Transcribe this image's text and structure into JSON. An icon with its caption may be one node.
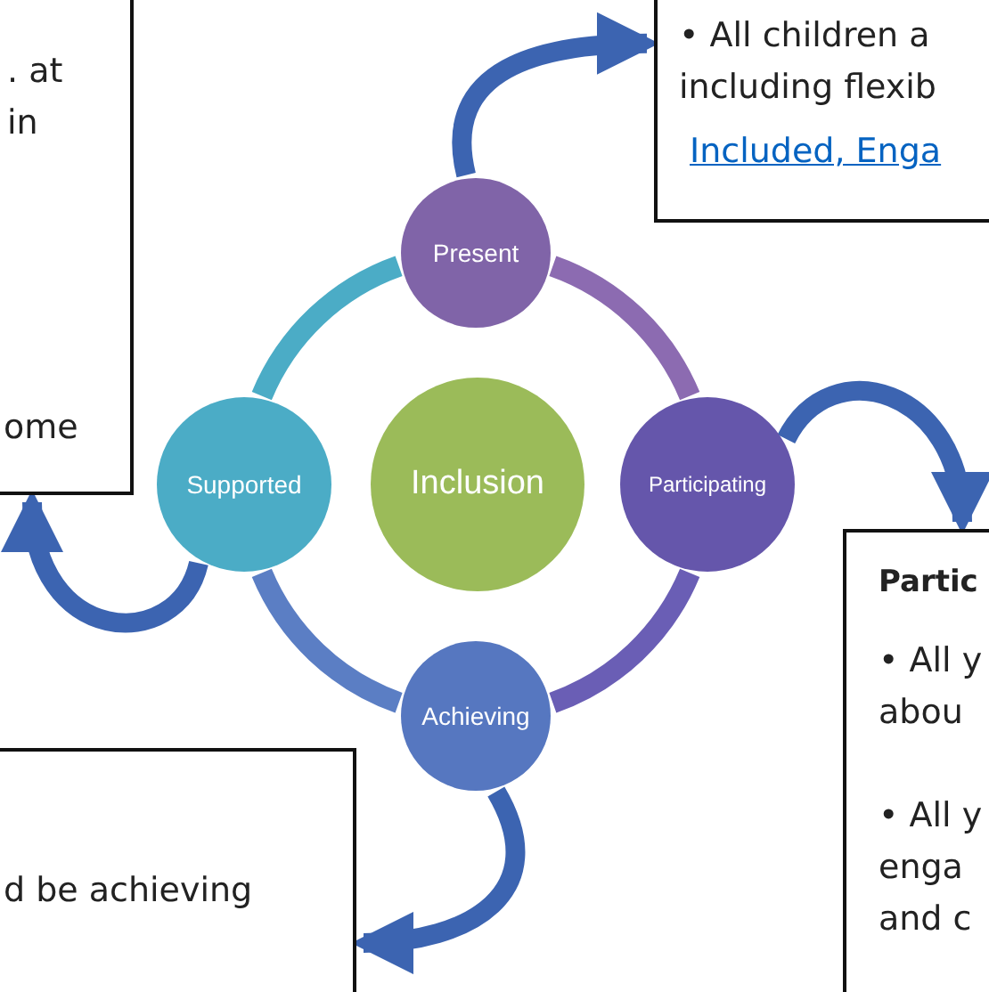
{
  "diagram": {
    "nodes": [
      {
        "text": [
          ". at in",
          "ome"
        ]
      },
      {
        "text": [
          "• All children a including flexib",
          "Included, Enga"
        ]
      },
      {
        "text": [
          "Partic",
          "• All y abou",
          "• All y enga and c"
        ]
      },
      {
        "text": [
          "d be achieving"
        ]
      },
      {
        "text": [
          "Present"
        ]
      },
      {
        "text": [
          "Supported"
        ]
      },
      {
        "text": [
          "Inclusion"
        ]
      },
      {
        "text": [
          "Participating"
        ]
      },
      {
        "text": [
          "Achieving"
        ]
      }
    ],
    "edges": [
      {
        "from": 4,
        "to": 7,
        "arrow": "none",
        "color": "#8c6bb1"
      },
      {
        "from": 7,
        "to": 8,
        "arrow": "none",
        "color": "#6a5eb5"
      },
      {
        "from": 8,
        "to": 5,
        "arrow": "none",
        "color": "#5b7ec4"
      },
      {
        "from": 5,
        "to": 4,
        "arrow": "none",
        "color": "#4bacc6"
      },
      {
        "from": 4,
        "to": 1,
        "arrow": "to",
        "color": "#3c64b1"
      },
      {
        "from": 7,
        "to": 2,
        "arrow": "to",
        "color": "#3c64b1"
      },
      {
        "from": 5,
        "to": 0,
        "arrow": "to",
        "color": "#3c64b1"
      },
      {
        "from": 8,
        "to": 3,
        "arrow": "to",
        "color": "#3c64b1"
      }
    ]
  }
}
